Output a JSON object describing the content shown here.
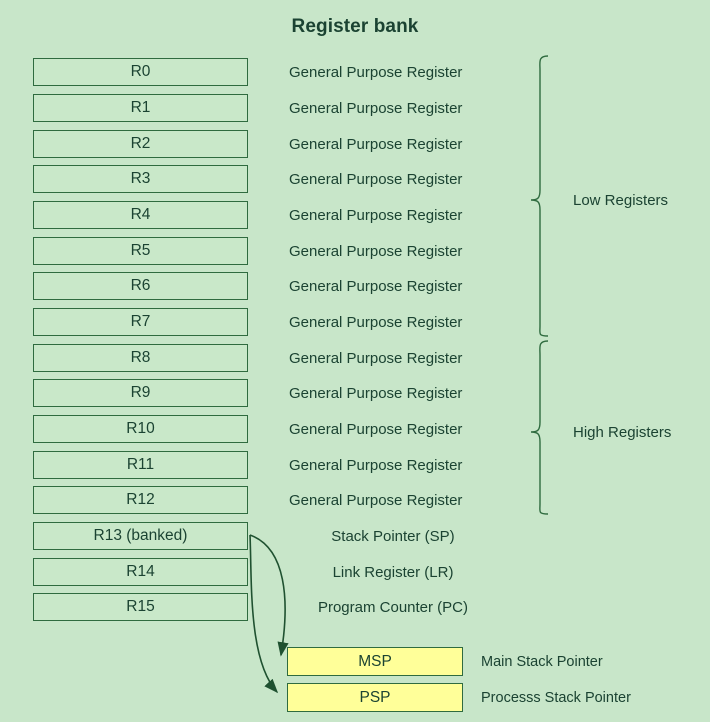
{
  "title": "Register bank",
  "colors": {
    "background": "#c8e6c9",
    "box_border": "#2f6b3f",
    "box_fill": "#c9e8c9",
    "sp_fill": "#ffff99",
    "text": "#1b4332",
    "arrow": "#1f5130"
  },
  "registers": [
    {
      "name": "R0",
      "desc": "General Purpose Register"
    },
    {
      "name": "R1",
      "desc": "General Purpose Register"
    },
    {
      "name": "R2",
      "desc": "General Purpose Register"
    },
    {
      "name": "R3",
      "desc": "General Purpose Register"
    },
    {
      "name": "R4",
      "desc": "General Purpose Register"
    },
    {
      "name": "R5",
      "desc": "General Purpose Register"
    },
    {
      "name": "R6",
      "desc": "General Purpose Register"
    },
    {
      "name": "R7",
      "desc": "General Purpose Register"
    },
    {
      "name": "R8",
      "desc": "General Purpose Register"
    },
    {
      "name": "R9",
      "desc": "General Purpose Register"
    },
    {
      "name": "R10",
      "desc": "General Purpose Register"
    },
    {
      "name": "R11",
      "desc": "General Purpose Register"
    },
    {
      "name": "R12",
      "desc": "General Purpose Register"
    },
    {
      "name": "R13 (banked)",
      "desc": "Stack Pointer (SP)"
    },
    {
      "name": "R14",
      "desc": "Link Register (LR)"
    },
    {
      "name": "R15",
      "desc": "Program Counter (PC)"
    }
  ],
  "groups": [
    {
      "label": "Low Registers",
      "from": "R0",
      "to": "R7"
    },
    {
      "label": "High Registers",
      "from": "R8",
      "to": "R12"
    }
  ],
  "stack_pointers": [
    {
      "name": "MSP",
      "desc": "Main Stack Pointer"
    },
    {
      "name": "PSP",
      "desc": "Processs Stack Pointer"
    }
  ]
}
